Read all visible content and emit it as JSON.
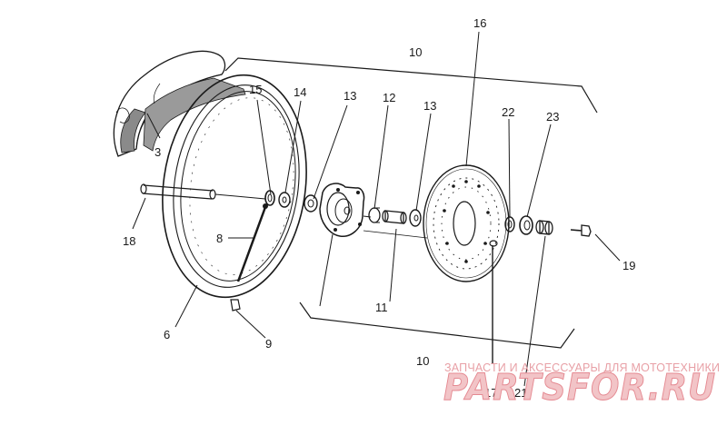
{
  "labels": {
    "p3": "3",
    "p6": "6",
    "p8": "8",
    "p9": "9",
    "p10_top": "10",
    "p10_bottom": "10",
    "p11": "11",
    "p12": "12",
    "p13a": "13",
    "p13b": "13",
    "p14": "14",
    "p15": "15",
    "p16": "16",
    "p17": "17",
    "p18": "18",
    "p19": "19",
    "p21": "21",
    "p22": "22",
    "p23": "23"
  },
  "watermark": {
    "tagline": "ЗАПЧАСТИ И АКСЕССУАРЫ ДЛЯ МОТОТЕХНИКИ",
    "brand": "PARTSFOR.RU",
    "color": "#e8a0a6"
  }
}
